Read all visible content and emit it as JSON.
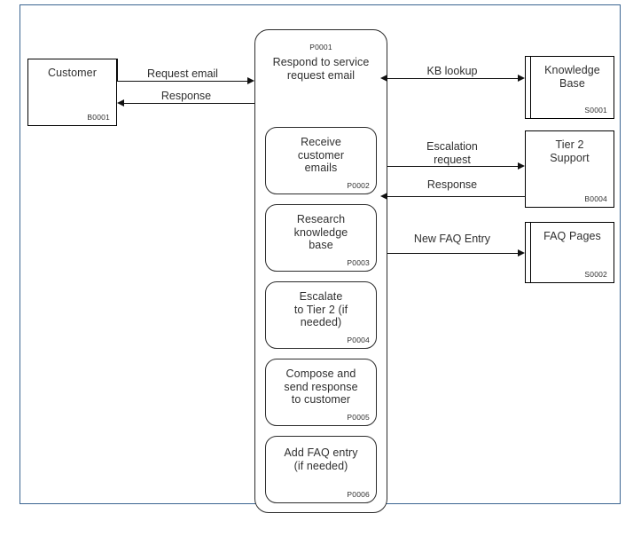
{
  "diagram": {
    "type": "data-flow-diagram",
    "title": "Respond to service request email",
    "frame_color": "#3b6591",
    "line_color": "#111111",
    "text_color": "#2f2f2f",
    "background": "#ffffff"
  },
  "entities": [
    {
      "name": "customer",
      "label": "Customer",
      "id": "B0001",
      "kind": "external-entity"
    },
    {
      "name": "tier-2-support",
      "label": "Tier 2\nSupport",
      "label_line1": "Tier 2",
      "label_line2": "Support",
      "id": "B0004",
      "kind": "external-entity"
    }
  ],
  "datastores": [
    {
      "name": "knowledge-base",
      "label_line1": "Knowledge",
      "label_line2": "Base",
      "id": "S0001",
      "kind": "data-store"
    },
    {
      "name": "faq-pages",
      "label_line1": "FAQ Pages",
      "label_line2": "",
      "id": "S0002",
      "kind": "data-store"
    }
  ],
  "main_process": {
    "name": "respond-to-service-request-email",
    "id": "P0001",
    "label_line1": "Respond to service",
    "label_line2": "request email",
    "kind": "process"
  },
  "sub_processes": [
    {
      "name": "receive-customer-emails",
      "id": "P0002",
      "lines": [
        "Receive",
        "customer",
        "emails"
      ]
    },
    {
      "name": "research-knowledge-base",
      "id": "P0003",
      "lines": [
        "Research",
        "knowledge",
        "base"
      ]
    },
    {
      "name": "escalate-to-tier-2",
      "id": "P0004",
      "lines": [
        "Escalate",
        "to Tier 2 (if",
        "needed)"
      ]
    },
    {
      "name": "compose-and-send-response",
      "id": "P0005",
      "lines": [
        "Compose and",
        "send response",
        "to customer"
      ]
    },
    {
      "name": "add-faq-entry",
      "id": "P0006",
      "lines": [
        "Add FAQ entry",
        "(if needed)"
      ]
    }
  ],
  "flows": [
    {
      "name": "request-email",
      "label": "Request email",
      "from": "customer",
      "to": "respond-to-service-request-email",
      "direction": "right"
    },
    {
      "name": "response-to-customer",
      "label": "Response",
      "from": "respond-to-service-request-email",
      "to": "customer",
      "direction": "left"
    },
    {
      "name": "kb-lookup",
      "label": "KB lookup",
      "from": "respond-to-service-request-email",
      "to": "knowledge-base",
      "direction": "both"
    },
    {
      "name": "escalation-request",
      "label_line1": "Escalation",
      "label_line2": "request",
      "from": "respond-to-service-request-email",
      "to": "tier-2-support",
      "direction": "right"
    },
    {
      "name": "tier2-response",
      "label": "Response",
      "from": "tier-2-support",
      "to": "respond-to-service-request-email",
      "direction": "left"
    },
    {
      "name": "new-faq-entry",
      "label": "New FAQ Entry",
      "from": "respond-to-service-request-email",
      "to": "faq-pages",
      "direction": "right"
    }
  ]
}
